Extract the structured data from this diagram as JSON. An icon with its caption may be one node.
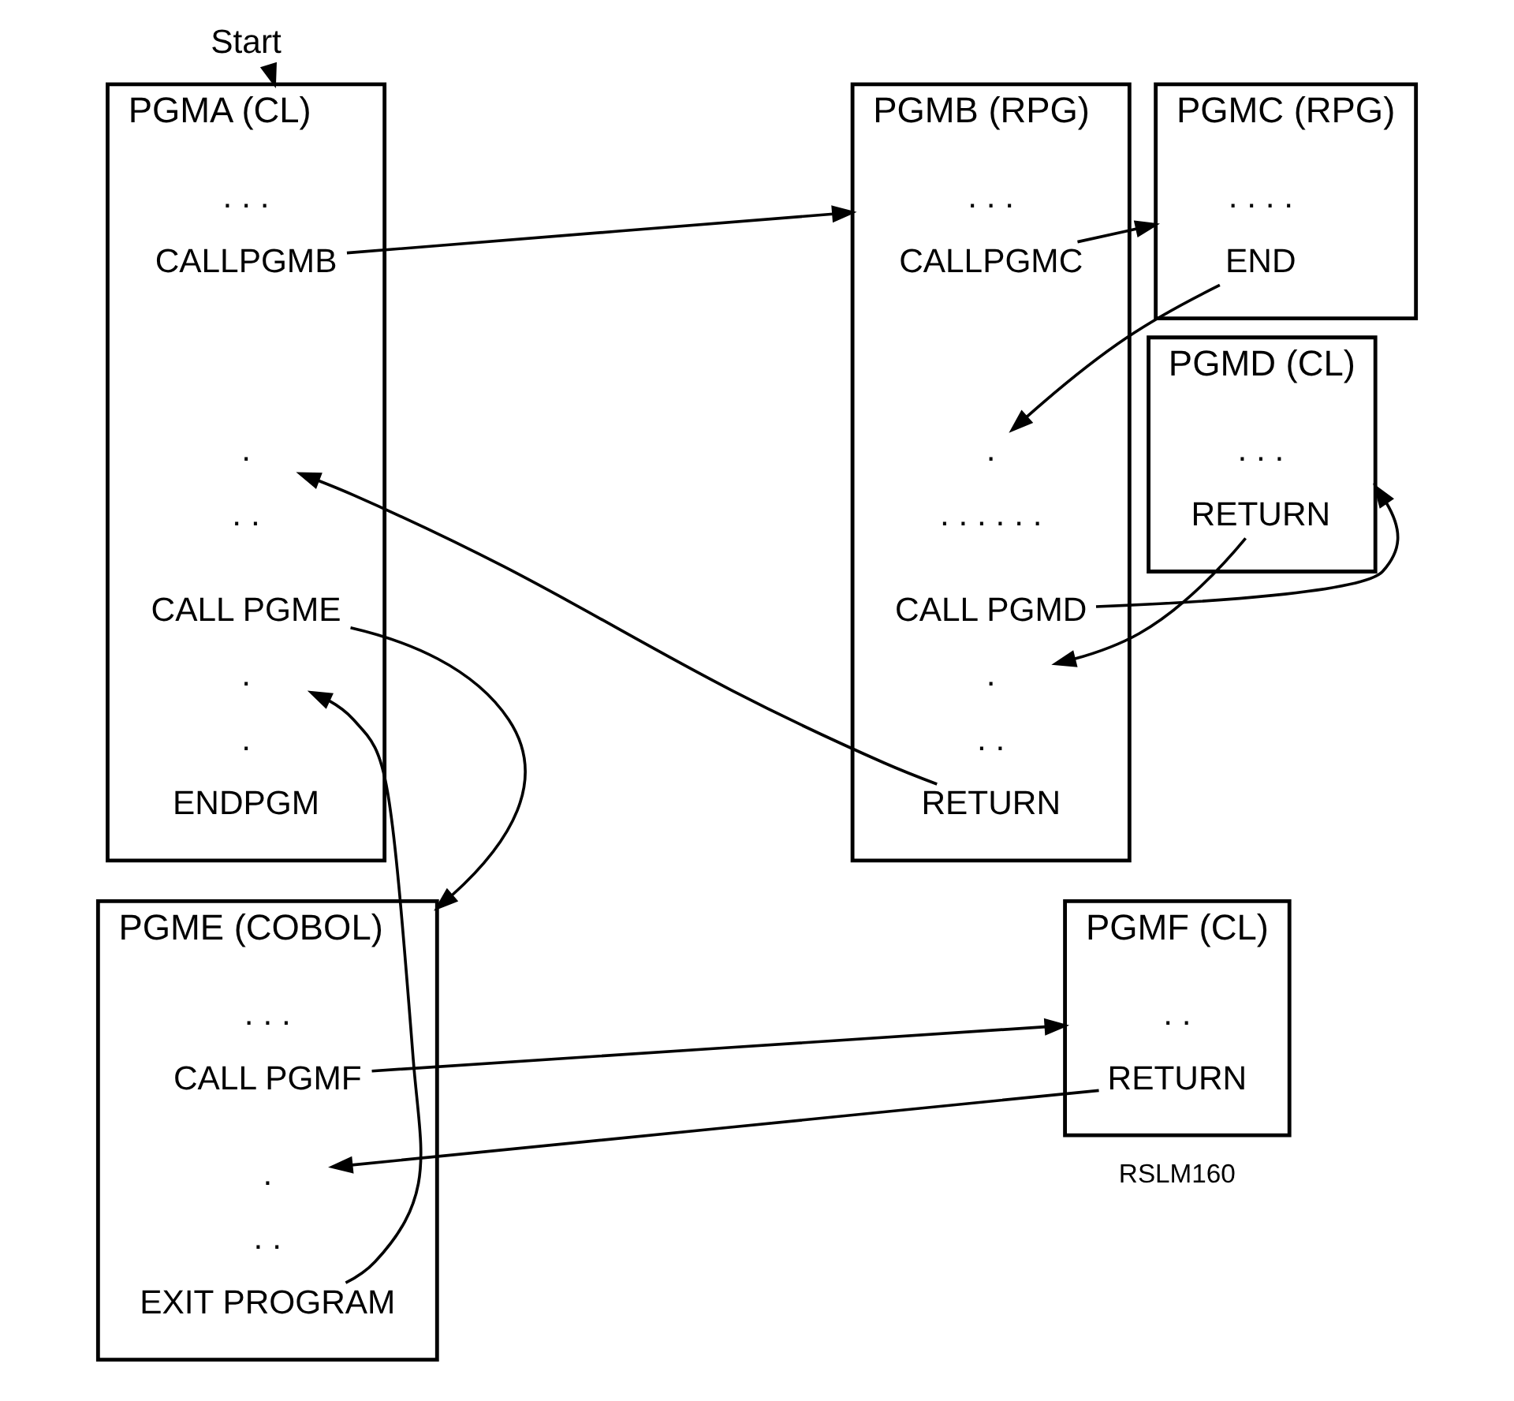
{
  "diagram": {
    "nodes": [
      {
        "text": [
          "Start"
        ]
      },
      {
        "text": [
          "PGMA (CL)"
        ]
      },
      {
        "text": [
          ". . ."
        ],
        "in": 1
      },
      {
        "text": [
          "CALLPGMB"
        ],
        "in": 1
      },
      {
        "text": [
          "."
        ],
        "in": 1
      },
      {
        "text": [
          ". ."
        ],
        "in": 1
      },
      {
        "text": [
          "CALL PGME"
        ],
        "in": 1
      },
      {
        "text": [
          "."
        ],
        "in": 1
      },
      {
        "text": [
          "."
        ],
        "in": 1
      },
      {
        "text": [
          "ENDPGM"
        ],
        "in": 1
      },
      {
        "text": [
          "PGMB (RPG)"
        ]
      },
      {
        "text": [
          ". . ."
        ],
        "in": 10
      },
      {
        "text": [
          "CALLPGMC"
        ],
        "in": 10
      },
      {
        "text": [
          "."
        ],
        "in": 10
      },
      {
        "text": [
          ". . . . . ."
        ],
        "in": 10
      },
      {
        "text": [
          "CALL PGMD"
        ],
        "in": 10
      },
      {
        "text": [
          "."
        ],
        "in": 10
      },
      {
        "text": [
          ". ."
        ],
        "in": 10
      },
      {
        "text": [
          "RETURN"
        ],
        "in": 10
      },
      {
        "text": [
          "PGMC (RPG)"
        ]
      },
      {
        "text": [
          ". . . ."
        ],
        "in": 19
      },
      {
        "text": [
          "END"
        ],
        "in": 19
      },
      {
        "text": [
          "PGMD (CL)"
        ]
      },
      {
        "text": [
          ". . ."
        ],
        "in": 22
      },
      {
        "text": [
          "RETURN"
        ],
        "in": 22
      },
      {
        "text": [
          "PGME (COBOL)"
        ]
      },
      {
        "text": [
          ". . ."
        ],
        "in": 25
      },
      {
        "text": [
          "CALL PGMF"
        ],
        "in": 25
      },
      {
        "text": [
          "."
        ],
        "in": 25
      },
      {
        "text": [
          ". ."
        ],
        "in": 25
      },
      {
        "text": [
          "EXIT PROGRAM"
        ],
        "in": 25
      },
      {
        "text": [
          "PGMF (CL)"
        ]
      },
      {
        "text": [
          ". ."
        ],
        "in": 31
      },
      {
        "text": [
          "RETURN"
        ],
        "in": 31
      }
    ],
    "edges": [
      {
        "from": 0,
        "to": 1,
        "arrow": "to"
      },
      {
        "from": 3,
        "to": 10,
        "arrow": "to"
      },
      {
        "from": 18,
        "to": 4,
        "arrow": "to"
      },
      {
        "from": 12,
        "to": 19,
        "arrow": "to"
      },
      {
        "from": 21,
        "to": 13,
        "arrow": "to"
      },
      {
        "from": 15,
        "to": 22,
        "arrow": "to"
      },
      {
        "from": 24,
        "to": 16,
        "arrow": "to"
      },
      {
        "from": 6,
        "to": 25,
        "arrow": "to"
      },
      {
        "from": 30,
        "to": 7,
        "arrow": "to"
      },
      {
        "from": 27,
        "to": 31,
        "arrow": "to"
      },
      {
        "from": 33,
        "to": 28,
        "arrow": "to"
      }
    ],
    "labels": [
      "RSLM160"
    ]
  }
}
